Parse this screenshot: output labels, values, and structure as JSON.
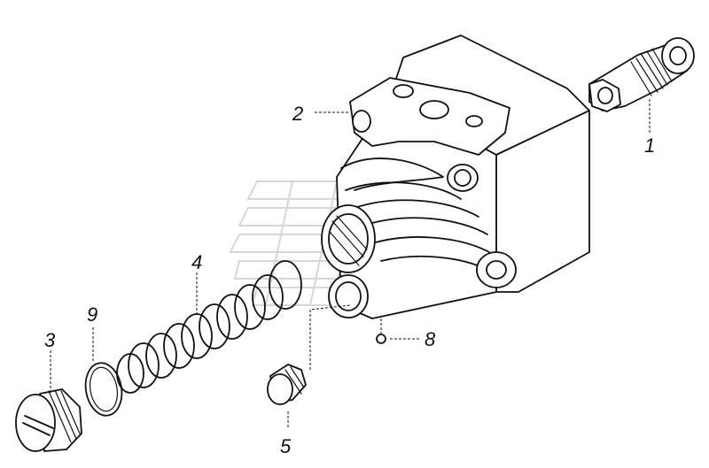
{
  "callouts": {
    "c1": "1",
    "c2": "2",
    "c3": "3",
    "c4": "4",
    "c5": "5",
    "c8": "8",
    "c9": "9"
  },
  "icons": {
    "watermark": "truck-logo-watermark"
  }
}
